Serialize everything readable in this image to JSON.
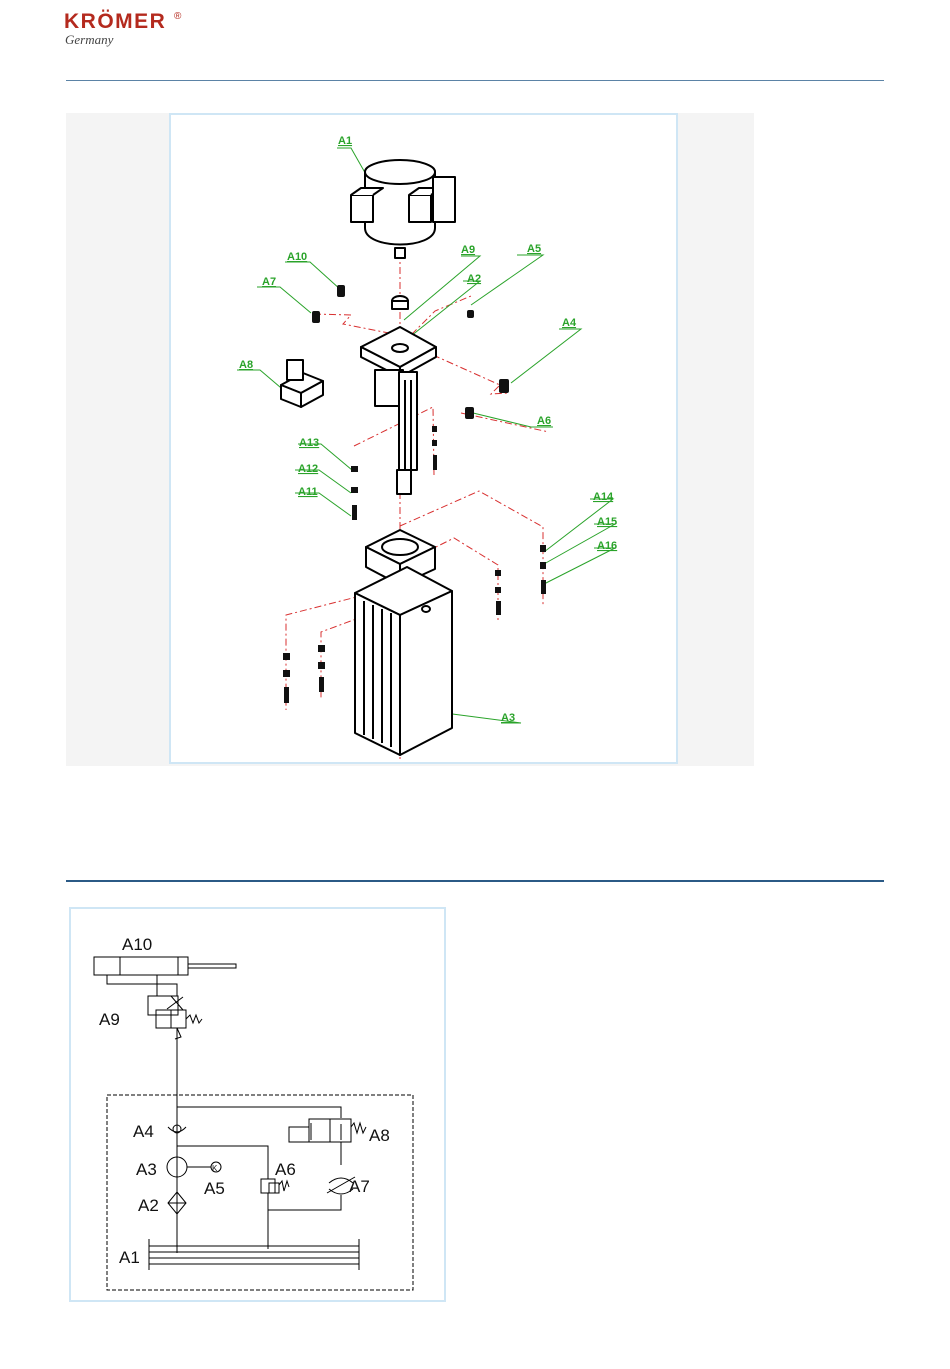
{
  "header": {
    "brand": "KRÖMER",
    "registered_mark": "®",
    "country": "Germany"
  },
  "exploded_view": {
    "callouts": [
      "A1",
      "A2",
      "A3",
      "A4",
      "A5",
      "A6",
      "A7",
      "A8",
      "A9",
      "A10",
      "A11",
      "A12",
      "A13",
      "A14",
      "A15",
      "A16"
    ]
  },
  "hydraulic_schematic": {
    "labels": [
      "A10",
      "A9",
      "A4",
      "A8",
      "A3",
      "A5",
      "A6",
      "A7",
      "A2",
      "A1"
    ],
    "gauge_symbol": "K"
  },
  "colors": {
    "brand_red": "#b42a1e",
    "callout_green": "#2aa32a",
    "centerline_red": "#d83030",
    "rule_blue": "#2b5a86",
    "frame_light_blue": "#cfe6f5"
  }
}
